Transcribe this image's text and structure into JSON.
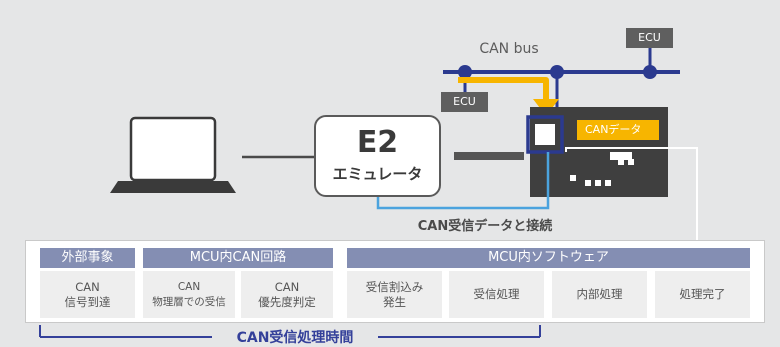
{
  "top": {
    "can_bus": "CAN bus",
    "ecu_right": "ECU",
    "ecu_left": "ECU",
    "e2_title": "E2",
    "e2_subtitle": "エミュレータ",
    "can_data_badge": "CANデータ",
    "connection_label": "CAN受信データと接続"
  },
  "groups": [
    {
      "label": "外部事象"
    },
    {
      "label": "MCU内CAN回路"
    },
    {
      "label": "MCU内ソフトウェア"
    }
  ],
  "steps": [
    {
      "line1": "CAN",
      "line2": "信号到達"
    },
    {
      "line1": "CAN",
      "line2": "物理層での受信"
    },
    {
      "line1": "CAN",
      "line2": "優先度判定"
    },
    {
      "line1": "受信割込み",
      "line2": "発生"
    },
    {
      "line1": "受信処理",
      "line2": ""
    },
    {
      "line1": "内部処理",
      "line2": ""
    },
    {
      "line1": "処理完了",
      "line2": ""
    }
  ],
  "total_label": "CAN受信処理時間",
  "colors": {
    "bus_line": "#2b3a8f",
    "highlight": "#f7b500",
    "conn_line": "#4ba3de",
    "header_bg": "#848eb3",
    "cell_bg": "#eeeeee"
  }
}
